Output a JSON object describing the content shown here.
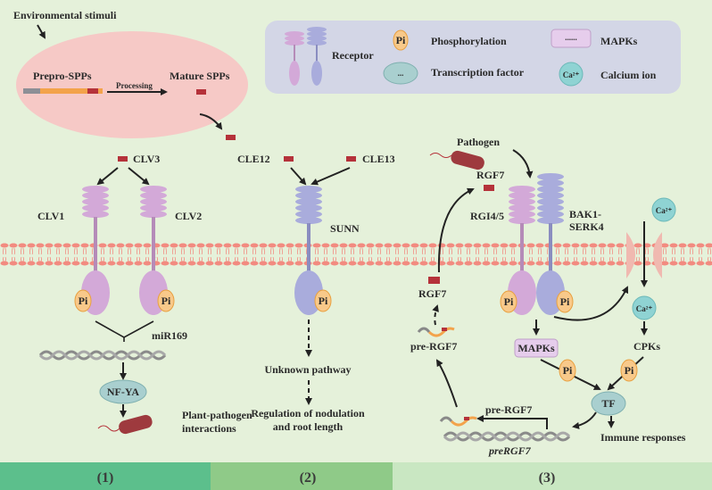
{
  "top": {
    "environmental_stimuli": "Environmental stimuli",
    "prepro": "Prepro-SPPs",
    "processing": "Processing",
    "mature": "Mature SPPs"
  },
  "legend": {
    "receptor": "Receptor",
    "pi": "Pi",
    "phosphorylation": "Phosphorylation",
    "tf_dots": "...",
    "transcription_factor": "Transcription factor",
    "mapks_dots": "......",
    "mapks": "MAPKs",
    "ca": "Ca²⁺",
    "calcium_ion": "Calcium ion"
  },
  "panel1": {
    "clv3": "CLV3",
    "clv1": "CLV1",
    "clv2": "CLV2",
    "pi": "Pi",
    "mir169": "miR169",
    "nfya": "NF-YA",
    "outcome_line1": "Plant-pathogen",
    "outcome_line2": "interactions"
  },
  "panel2": {
    "cle12": "CLE12",
    "cle13": "CLE13",
    "sunn": "SUNN",
    "pi": "Pi",
    "unknown": "Unknown pathway",
    "outcome_line1": "Regulation of nodulation",
    "outcome_line2": "and root length"
  },
  "panel3": {
    "pathogen": "Pathogen",
    "rgf7_top": "RGF7",
    "rgi": "RGI4/5",
    "bak1_line1": "BAK1-",
    "bak1_line2": "SERK4",
    "ca_top": "Ca²⁺",
    "ca_bottom": "Ca²⁺",
    "pi": "Pi",
    "mapks": "MAPKs",
    "cpks": "CPKs",
    "tf": "TF",
    "immune": "Immune responses",
    "rgf7_left": "RGF7",
    "pre_rgf7_left": "pre-RGF7",
    "pre_rgf7_transcript": "pre-RGF7",
    "gene": "preRGF7"
  },
  "footer": {
    "sections": [
      "(1)",
      "(2)",
      "(3)"
    ]
  },
  "colors": {
    "background": "#e5f1da",
    "cell": "#f6c9c6",
    "peptide": "#b5323a",
    "receptor_purple": "#d3a9d8",
    "receptor_blue": "#a9acdc",
    "pi_fill": "#f8c98a",
    "calcium": "#8fd3d3",
    "membrane": "#f28b80",
    "footer1": "#5cbf8c",
    "footer2": "#8fca88",
    "footer3": "#c9e7c2"
  }
}
